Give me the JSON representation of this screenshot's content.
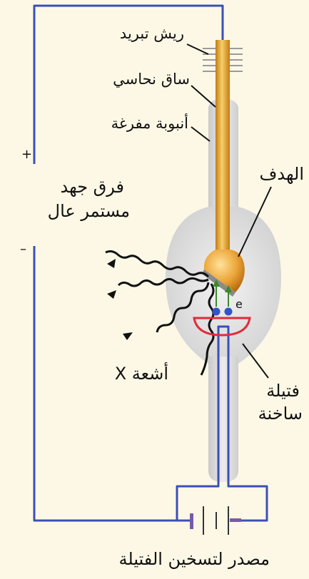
{
  "labels": {
    "cooling_fins": "ريش تبريد",
    "copper_rod": "ساق نحاسي",
    "vacuum_tube": "أنبوبة مفرغة",
    "target": "الهدف",
    "voltage_line1": "فرق جهد",
    "voltage_line2": "مستمر عال",
    "xrays": "أشعة X",
    "filament_line1": "فتيلة",
    "filament_line2": "ساخنة",
    "electron": "e",
    "power_source": "مصدر لتسخين الفتيلة"
  },
  "signs": {
    "plus": "+",
    "minus": "–"
  },
  "colors": {
    "background": "#fdf8e6",
    "wire": "#3b4fb5",
    "copper": "#e6a532",
    "tube": "#d9d9d9",
    "filament": "#e02b3a",
    "electron": "#2f55c9",
    "arrow": "#3a8a2a",
    "battery_plate": "#7a5aa8"
  }
}
